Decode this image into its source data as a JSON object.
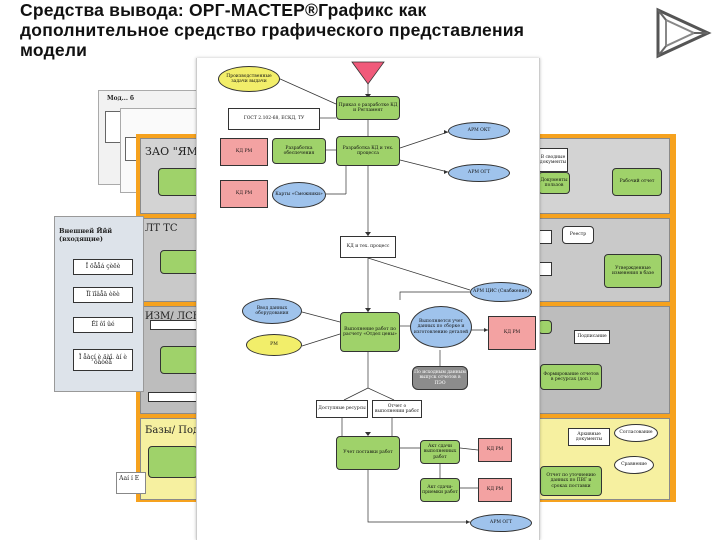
{
  "slide": {
    "title_line1": "Средства вывода: ОРГ-МАСТЕР®Графикс как",
    "title_line2": "дополнительное средство графического представления",
    "title_line3": "модели"
  },
  "colors": {
    "orange": "#f6a21e",
    "grey_panel": "#c9c9c9",
    "yellow_panel": "#f6f0a0",
    "green_node": "#9fd26a",
    "pink_node": "#f3a2a2",
    "blue_node": "#9fc3ec"
  },
  "layers": {
    "back_header": "Мод... б",
    "left_panel": {
      "header": "Внешней Ййй (входящие)",
      "items": [
        "Ï öååá çèëè",
        "Ïî ïîâåä èëè",
        "Êî ôî ûé",
        "Ï åàçí è äàî. àí è ôàòéå"
      ]
    },
    "zao_label": "ЗАО \"ЯМБ",
    "lt_label": "ЛТ ТС",
    "izm_label": "ИЗМ/ ЛСВП",
    "baza_label": "Базы/ Подри",
    "aau_label": "Ааí í Ê"
  },
  "flow": {
    "start_oval": "Производственные задачи выдачи",
    "spec_box": "ГОСТ 2.102-68, ЕСКД, ТУ",
    "p1": "Приказ о разработке КД и Регламент",
    "p2": "Разработка КД и тех. процесса",
    "p3": "Разработка обеспечения",
    "p4": "Карты «Смежники»",
    "kd1": "КД РМ",
    "kd2": "КД РМ",
    "arm1": "АРМ ОКТ",
    "arm2": "АРМ ОГТ",
    "kd_proc": "КД и тех. процесс",
    "arm_cts": "АРМ ЦИС (Снабжение)",
    "need_eq": "Ввод данных оборудования",
    "rm": "РМ",
    "check": "Выполнение работ по расчету «Отдел цены»",
    "decision": "Выполняется учет данных по сборке и изготовлению деталей",
    "kd3": "КД РМ",
    "dark_box": "По исходным данным выпуск отчетов в ПЭО",
    "fork1": "Доступные ресурсы",
    "fork2": "Отчет о выполнении работ",
    "merge": "Учет поставки работ",
    "out1": "Акт сдачи выполненных работ",
    "out2": "Акт сдачи-приемки работ",
    "kd4": "КД РМ",
    "kd5": "КД РМ",
    "arm_end": "АРМ ОГТ"
  },
  "right_panel": {
    "r1": "В сводные документы",
    "r2": "Документы пользов",
    "r3": "Рабочий отчет",
    "r4": "Реестр",
    "r5": "Утвержденные изменения в базе",
    "r6": "Подписание",
    "r7": "Формирование отчетов в ресурсах (доп.)",
    "r8": "Архивные документы",
    "r9": "Согласование",
    "r10": "Сравнение",
    "r11": "Отчет по уточнению данных по ПВГ и сроках поставки"
  }
}
